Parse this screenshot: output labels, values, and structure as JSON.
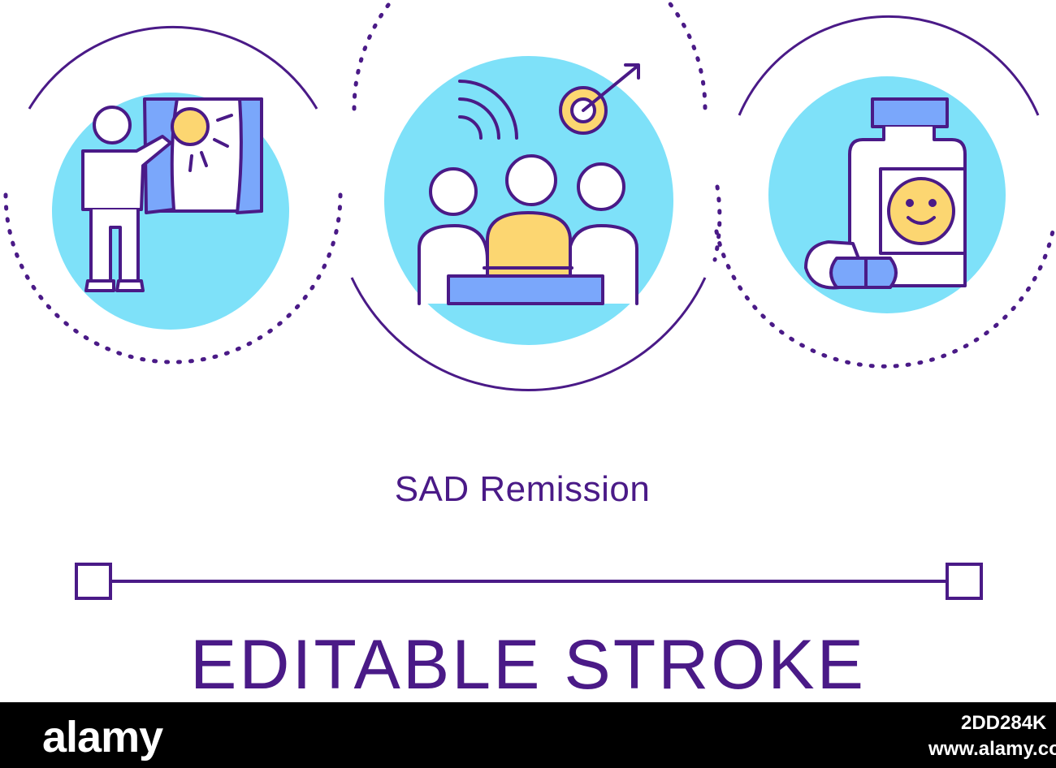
{
  "title": "SAD Remission",
  "big_label": "EDITABLE STROKE",
  "watermark": "alamy",
  "footer": {
    "logo": "alamy",
    "image_id": "2DD284K",
    "site": "www.alamy.com"
  },
  "icons": [
    "window-light-therapy-icon",
    "group-therapy-icon",
    "medication-bottle-icon"
  ],
  "colors": {
    "outline": "#4a1a87",
    "circle_fill": "#7ee1f9",
    "accent_yellow": "#fcd671",
    "accent_blue": "#7aa7fb",
    "footer_bg": "#000000"
  }
}
